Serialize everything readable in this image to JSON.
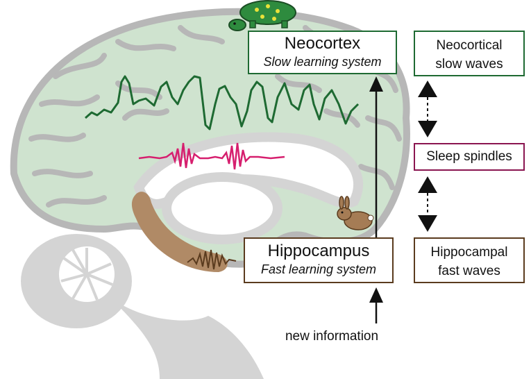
{
  "neocortex": {
    "title": "Neocortex",
    "subtitle": "Slow learning system"
  },
  "hippocampus": {
    "title": "Hippocampus",
    "subtitle": "Fast learning system"
  },
  "side_labels": {
    "neocortical_line1": "Neocortical",
    "neocortical_line2": "slow waves",
    "spindles": "Sleep spindles",
    "hippocampal_line1": "Hippocampal",
    "hippocampal_line2": "fast waves"
  },
  "input_label": "new information",
  "colors": {
    "cortex_fill": "#cfe3cf",
    "brain_gray": "#d4d4d4",
    "sulci": "#b7b7b7",
    "slow_wave": "#1e6a32",
    "spindle": "#d61f6e",
    "hippocampus_fill": "#b08a66",
    "hippocampus_wave": "#5a3b1e",
    "turtle": "#2e8b3e",
    "rabbit": "#a57c55"
  },
  "icons": [
    "turtle-icon",
    "rabbit-icon"
  ]
}
